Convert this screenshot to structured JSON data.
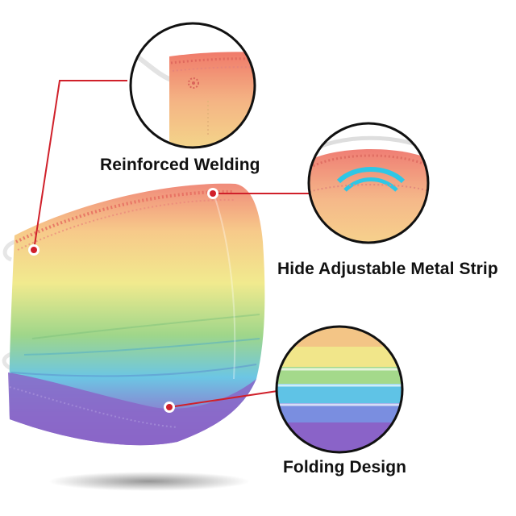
{
  "callouts": {
    "welding": {
      "label": "Reinforced Welding"
    },
    "metal_strip": {
      "label": "Hide Adjustable Metal Strip"
    },
    "folding": {
      "label": "Folding Design"
    }
  },
  "colors": {
    "callout_line": "#d0202a",
    "marker_fill": "#d0202a",
    "mask_gradient": [
      "#f08a7a",
      "#f7c98a",
      "#f1ea8e",
      "#9fd68a",
      "#6cc6e4",
      "#8b7fd0",
      "#8a5fc4"
    ],
    "label_text": "#111111"
  }
}
